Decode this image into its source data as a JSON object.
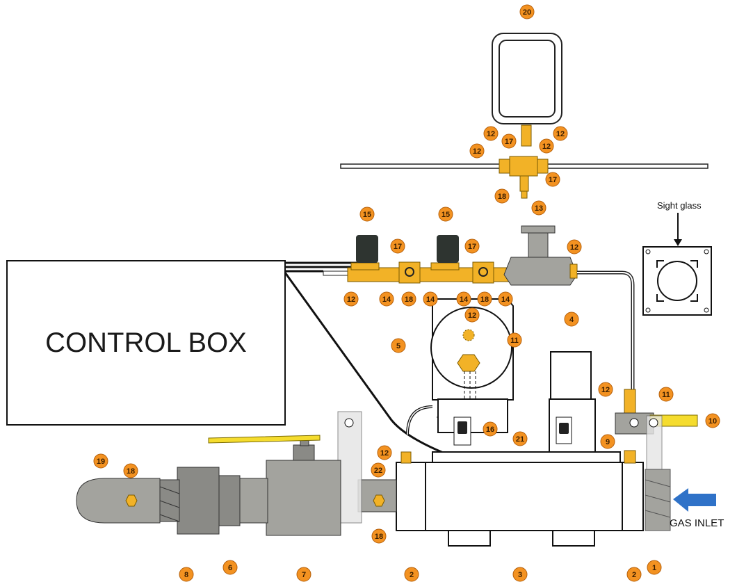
{
  "control_box": {
    "label": "CONTROL BOX"
  },
  "sight_glass": {
    "label": "Sight glass"
  },
  "gas_inlet": {
    "label": "GAS INLET"
  },
  "callouts": {
    "c20": "20",
    "c12a": "12",
    "c12b": "12",
    "c12c": "12",
    "c12d": "12",
    "c17a": "17",
    "c17b": "17",
    "c18a": "18",
    "c15a": "15",
    "c15b": "15",
    "c13": "13",
    "c17c": "17",
    "c17d": "17",
    "c12e": "12",
    "c12f": "12",
    "c14a": "14",
    "c18b": "18",
    "c14b": "14",
    "c14c": "14",
    "c18c": "18",
    "c14d": "14",
    "c5": "5",
    "c12g": "12",
    "c11a": "11",
    "c4": "4",
    "c12h": "12",
    "c11b": "11",
    "c10": "10",
    "c16": "16",
    "c21": "21",
    "c12i": "12",
    "c9": "9",
    "c19": "19",
    "c18d": "18",
    "c22": "22",
    "c18e": "18",
    "c8": "8",
    "c6": "6",
    "c7": "7",
    "c2a": "2",
    "c3": "3",
    "c2b": "2",
    "c1": "1"
  },
  "colors": {
    "brass": "#f2b227",
    "callout_fill": "#f39221",
    "gray_body": "#a3a39e",
    "light_gray": "#e6e6e6",
    "dark_gray": "#5a5a5a",
    "solenoid": "#2e3430",
    "arrow_blue": "#2f72c8",
    "yellow_handle": "#f5dc2e"
  }
}
